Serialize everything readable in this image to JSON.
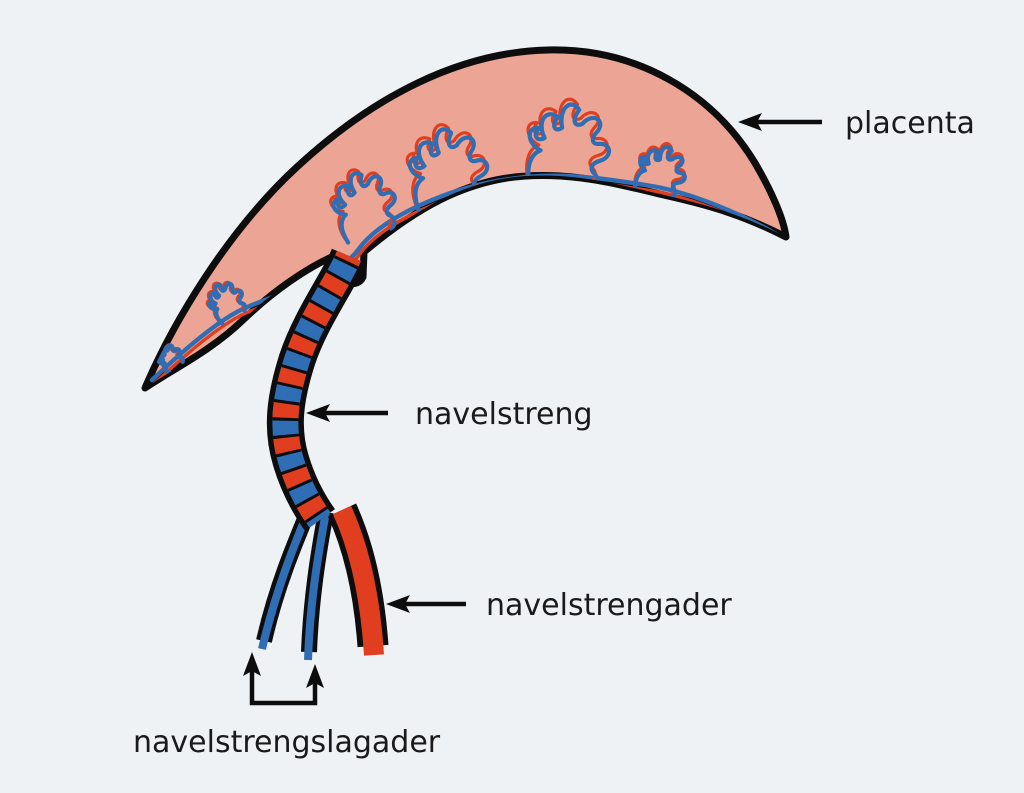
{
  "figure": {
    "type": "anatomical-diagram",
    "subject": "placenta and umbilical cord cross-section"
  },
  "labels": {
    "placenta": "placenta",
    "cord": "navelstreng",
    "artery": "navelstrengader",
    "veins": "navelstrengslagader"
  },
  "icons": {
    "label_pointer": "arrow-left-icon",
    "vein_pointer": "arrow-up-icon"
  },
  "colors": {
    "background": "#eef2f4",
    "placenta_fill": "#eca594",
    "vessel_red": "#e03e1e",
    "vessel_blue": "#2f6eb4",
    "outline": "#0d0d0d",
    "text": "#1a1a1a"
  }
}
